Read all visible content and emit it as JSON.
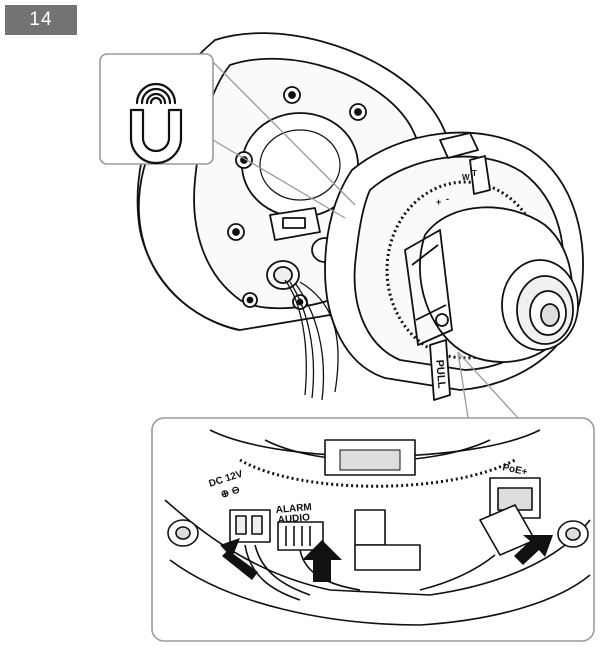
{
  "step": {
    "number": "14"
  },
  "callout_icon": {
    "name": "rubber-plug-removal-icon"
  },
  "camera": {
    "pull_tab_label": "PULL",
    "small_markings": [
      "+",
      "-",
      "W",
      "T"
    ]
  },
  "detail": {
    "dc_label": "DC 12V",
    "dc_polarity": "⊕ ⊖",
    "alarm_label": "ALARM",
    "audio_label": "AUDIO",
    "poe_label": "PoE+"
  },
  "colors": {
    "badge": "#737373",
    "line": "#111111",
    "callout_border": "#9a9a9a"
  }
}
